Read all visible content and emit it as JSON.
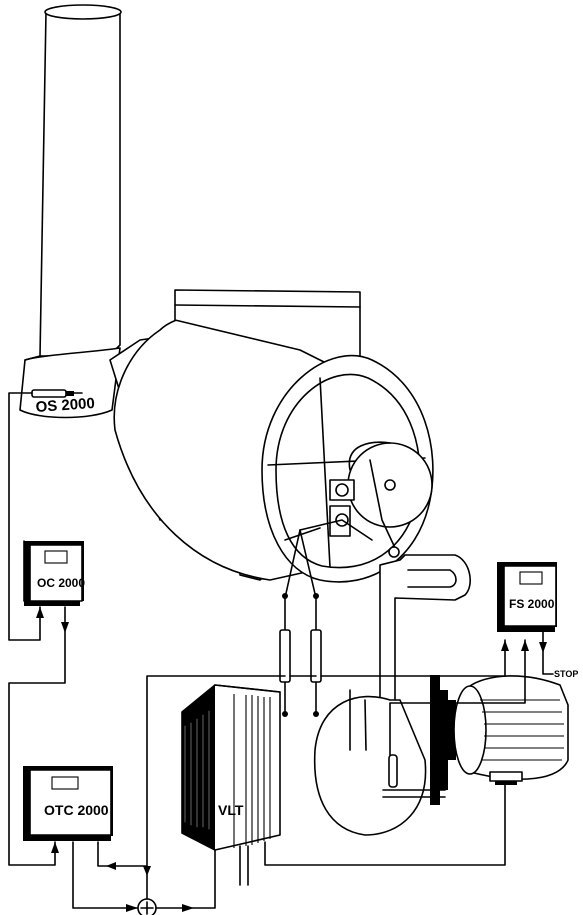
{
  "labels": {
    "oxygen_sensor": "OS 2000",
    "oxygen_controller": "OC 2000",
    "flow_switch": "FS 2000",
    "stop": "STOP",
    "oxygen_trim_controller": "OTC 2000",
    "vlt_drive": "VLT"
  }
}
